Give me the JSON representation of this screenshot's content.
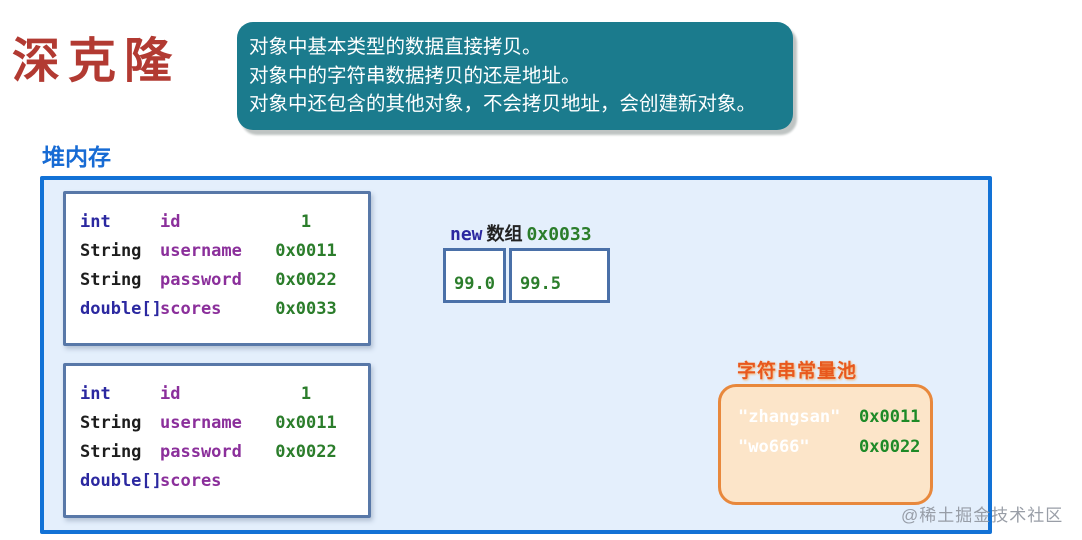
{
  "title": "深克隆",
  "callout": {
    "lines": [
      "对象中基本类型的数据直接拷贝。",
      "对象中的字符串数据拷贝的还是地址。",
      "对象中还包含的其他对象，不会拷贝地址，会创建新对象。"
    ]
  },
  "heap": {
    "label": "堆内存"
  },
  "objects": [
    {
      "rows": [
        {
          "type": "int",
          "name": "id",
          "value": "1"
        },
        {
          "type": "String",
          "name": "username",
          "value": "0x0011"
        },
        {
          "type": "String",
          "name": "password",
          "value": "0x0022"
        },
        {
          "type": "double[]",
          "name": "scores",
          "value": "0x0033"
        }
      ]
    },
    {
      "rows": [
        {
          "type": "int",
          "name": "id",
          "value": "1"
        },
        {
          "type": "String",
          "name": "username",
          "value": "0x0011"
        },
        {
          "type": "String",
          "name": "password",
          "value": "0x0022"
        },
        {
          "type": "double[]",
          "name": "scores",
          "value": ""
        }
      ]
    }
  ],
  "array": {
    "keyword": "new",
    "kind": "数组",
    "address": "0x0033",
    "cells": [
      "99.0",
      "99.5"
    ]
  },
  "pool": {
    "label": "字符串常量池",
    "entries": [
      {
        "literal": "\"zhangsan\"",
        "address": "0x0011"
      },
      {
        "literal": "\"wo666\"",
        "address": "0x0022"
      }
    ]
  },
  "watermark": "@稀土掘金技术社区",
  "colors": {
    "callout_bg": "#1b7b8d",
    "title_red": "#b23a32",
    "heap_border": "#1272d6",
    "heap_bg": "#e4effc",
    "object_border": "#5878a8",
    "keyword_blue": "#2b28a0",
    "class_black": "#1d1d1d",
    "field_purple": "#8b2f9b",
    "value_green": "#2b7d2b",
    "pool_border": "#e8883c",
    "pool_bg": "#fce5c9",
    "pool_label_orange": "#e8581d"
  }
}
